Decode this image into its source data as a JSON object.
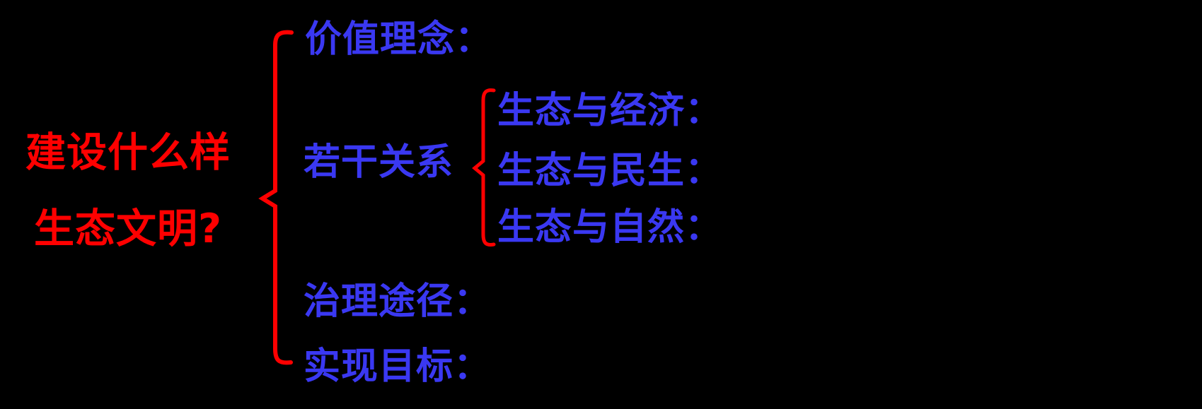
{
  "diagram": {
    "title": {
      "line1": "建设什么样",
      "line2": "生态文明?"
    },
    "branches": [
      {
        "label": "价值理念："
      },
      {
        "label": "若干关系",
        "children": [
          {
            "label": "生态与经济："
          },
          {
            "label": "生态与民生："
          },
          {
            "label": "生态与自然："
          }
        ]
      },
      {
        "label": "治理途径："
      },
      {
        "label": "实现目标："
      }
    ]
  },
  "colors": {
    "red": "#ff0000",
    "blue": "#3a38f2",
    "background": "#000000"
  }
}
